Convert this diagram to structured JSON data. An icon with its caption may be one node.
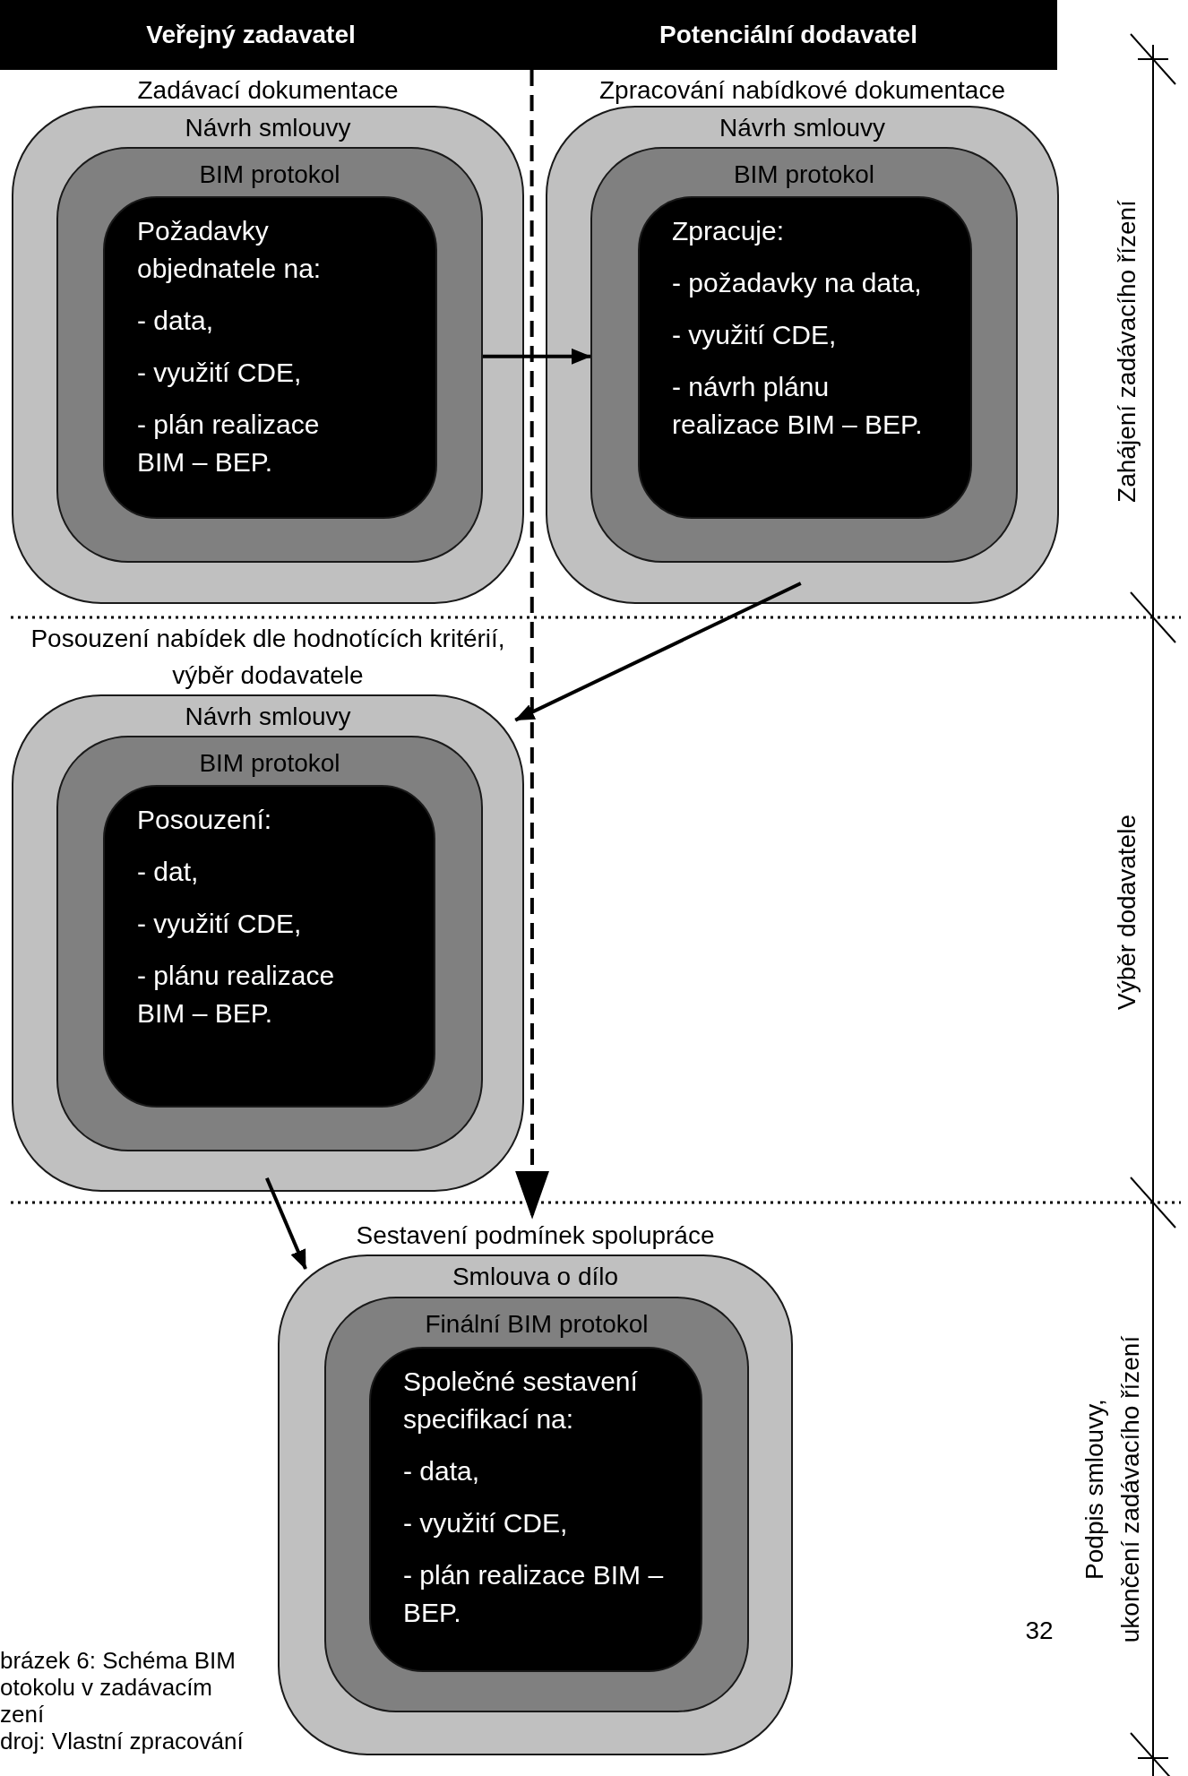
{
  "diagram": {
    "nodes": [
      {
        "text": [
          "Zadávací dokumentace",
          "Návrh smlouvy"
        ]
      },
      {
        "text": [
          "BIM protokol"
        ],
        "in": 0
      },
      {
        "text": [
          "Požadavky objednatele na:",
          "- data,",
          "- využití CDE,",
          "- plán realizace BIM – BEP."
        ],
        "in": 1
      },
      {
        "text": [
          "Zpracování nabídkové dokumentace",
          "Návrh smlouvy"
        ]
      },
      {
        "text": [
          "BIM protokol"
        ],
        "in": 3
      },
      {
        "text": [
          "Zpracuje:",
          "- požadavky na data,",
          "- využití CDE,",
          "- návrh plánu realizace BIM – BEP."
        ],
        "in": 4
      },
      {
        "text": [
          "Posouzení nabídek dle hodnotících kritérií, výběr dodavatele",
          "Návrh smlouvy"
        ]
      },
      {
        "text": [
          "BIM protokol"
        ],
        "in": 6
      },
      {
        "text": [
          "Posouzení:",
          "- dat,",
          "- využití CDE,",
          "- plánu realizace BIM – BEP."
        ],
        "in": 7
      },
      {
        "text": [
          "Sestavení podmínek spolupráce",
          "Smlouva o dílo"
        ]
      },
      {
        "text": [
          "Finální BIM protokol"
        ],
        "in": 9
      },
      {
        "text": [
          "Společné sestavení specifikací na:",
          "- data,",
          "- využití CDE,",
          "- plán realizace BIM – BEP."
        ],
        "in": 10
      },
      {
        "text": [
          "Veřejný zadavatel",
          "Potenciální dodavatel"
        ]
      }
    ],
    "edges": [
      {
        "from": 1,
        "to": 4,
        "arrow": "to"
      },
      {
        "from": 3,
        "to": 6,
        "arrow": "to"
      },
      {
        "from": 6,
        "to": 9,
        "arrow": "to"
      },
      {
        "from": 12,
        "to": 9,
        "arrow": "to",
        "style": "dashed"
      }
    ],
    "labels": [
      "Zahájení zadávacího řízení",
      "Výběr dodavatele",
      "Podpis smlouvy,",
      "ukončení zadávacího řízení",
      "32",
      "brázek 6: Schéma BIM otokolu v zadávacím zení",
      "droj: Vlastní zpracování"
    ]
  }
}
